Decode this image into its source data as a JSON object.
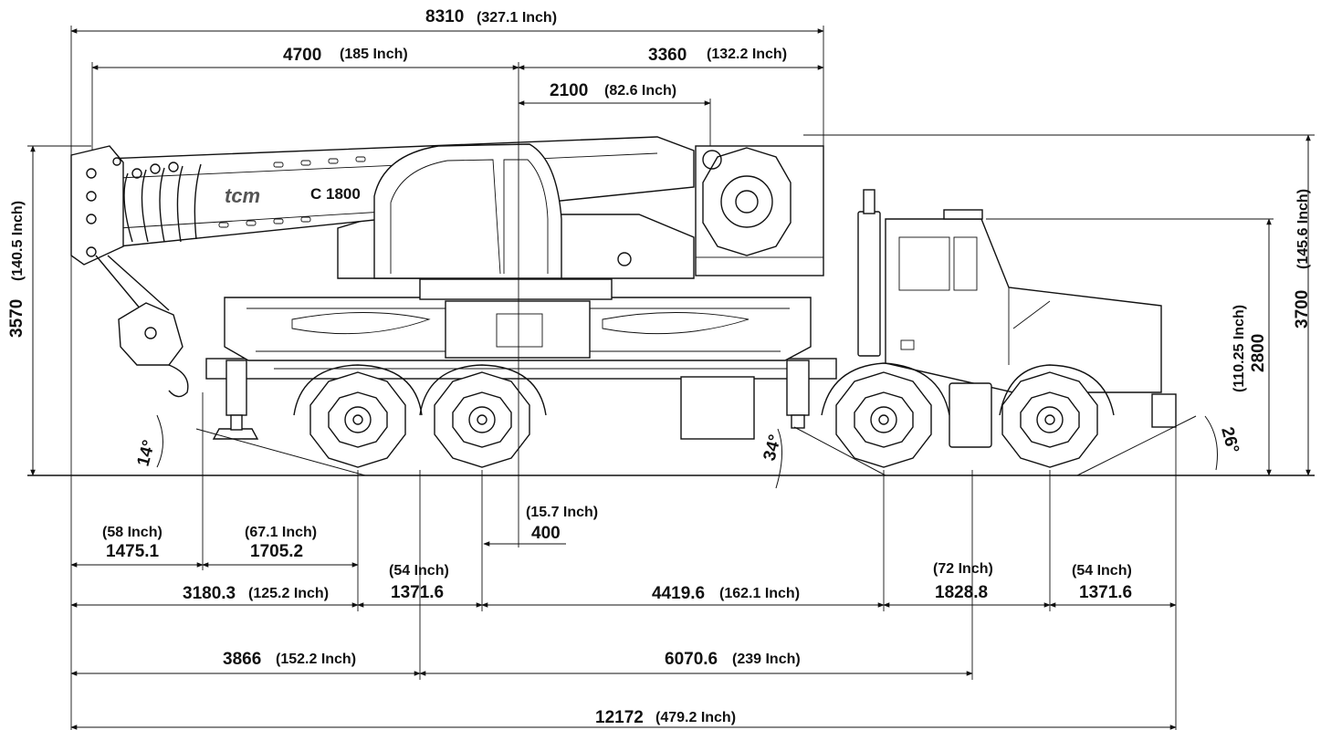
{
  "branding": {
    "logo": "tcm",
    "model": "C 1800"
  },
  "dimensions": {
    "overall_top": {
      "mm": "8310",
      "inch": "(327.1 Inch)"
    },
    "boom_front": {
      "mm": "4700",
      "inch": "(185 Inch)"
    },
    "rear_overhang": {
      "mm": "3360",
      "inch": "(132.2 Inch)"
    },
    "rear_counter": {
      "mm": "2100",
      "inch": "(82.6 Inch)"
    },
    "height_left": {
      "mm": "3570",
      "inch": "(140.5 Inch)"
    },
    "height_right": {
      "mm": "3700",
      "inch": "(145.6 Inch)"
    },
    "cab_height": {
      "mm": "2800",
      "inch": "(110.25 Inch)"
    },
    "front_to_outrigger": {
      "mm": "1475.1",
      "inch": "(58 Inch)"
    },
    "outrigger_to_axle": {
      "mm": "1705.2",
      "inch": "(67.1 Inch)"
    },
    "rotation_offset": {
      "mm": "400",
      "inch": "(15.7 Inch)"
    },
    "front_to_axle1": {
      "mm": "3180.3",
      "inch": "(125.2 Inch)"
    },
    "axle1_to_axle2": {
      "mm": "1371.6",
      "inch": "(54 Inch)"
    },
    "axle2_to_axle3": {
      "mm": "4419.6",
      "inch": "(162.1 Inch)"
    },
    "axle3_to_axle4": {
      "mm": "1828.8",
      "inch": "(72 Inch)"
    },
    "rear_overhang_bottom": {
      "mm": "1371.6",
      "inch": "(54 Inch)"
    },
    "front_to_bogie": {
      "mm": "3866",
      "inch": "(152.2 Inch)"
    },
    "bogie_to_bogie": {
      "mm": "6070.6",
      "inch": "(239 Inch)"
    },
    "overall_length": {
      "mm": "12172",
      "inch": "(479.2 Inch)"
    }
  },
  "angles": {
    "approach": "14°",
    "mid": "34°",
    "departure": "26°"
  }
}
